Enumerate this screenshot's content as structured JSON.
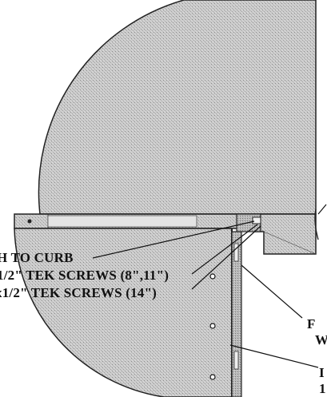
{
  "drawing": {
    "callouts": {
      "attach_to_curb": "H TO CURB",
      "screws_short": "1/2\" TEK SCREWS (8\",11\")",
      "screws_long": "x1/2\" TEK SCREWS (14\")",
      "right_label_1": "F",
      "right_label_2": "W",
      "right_label_3": "I",
      "right_label_4": "1"
    }
  }
}
